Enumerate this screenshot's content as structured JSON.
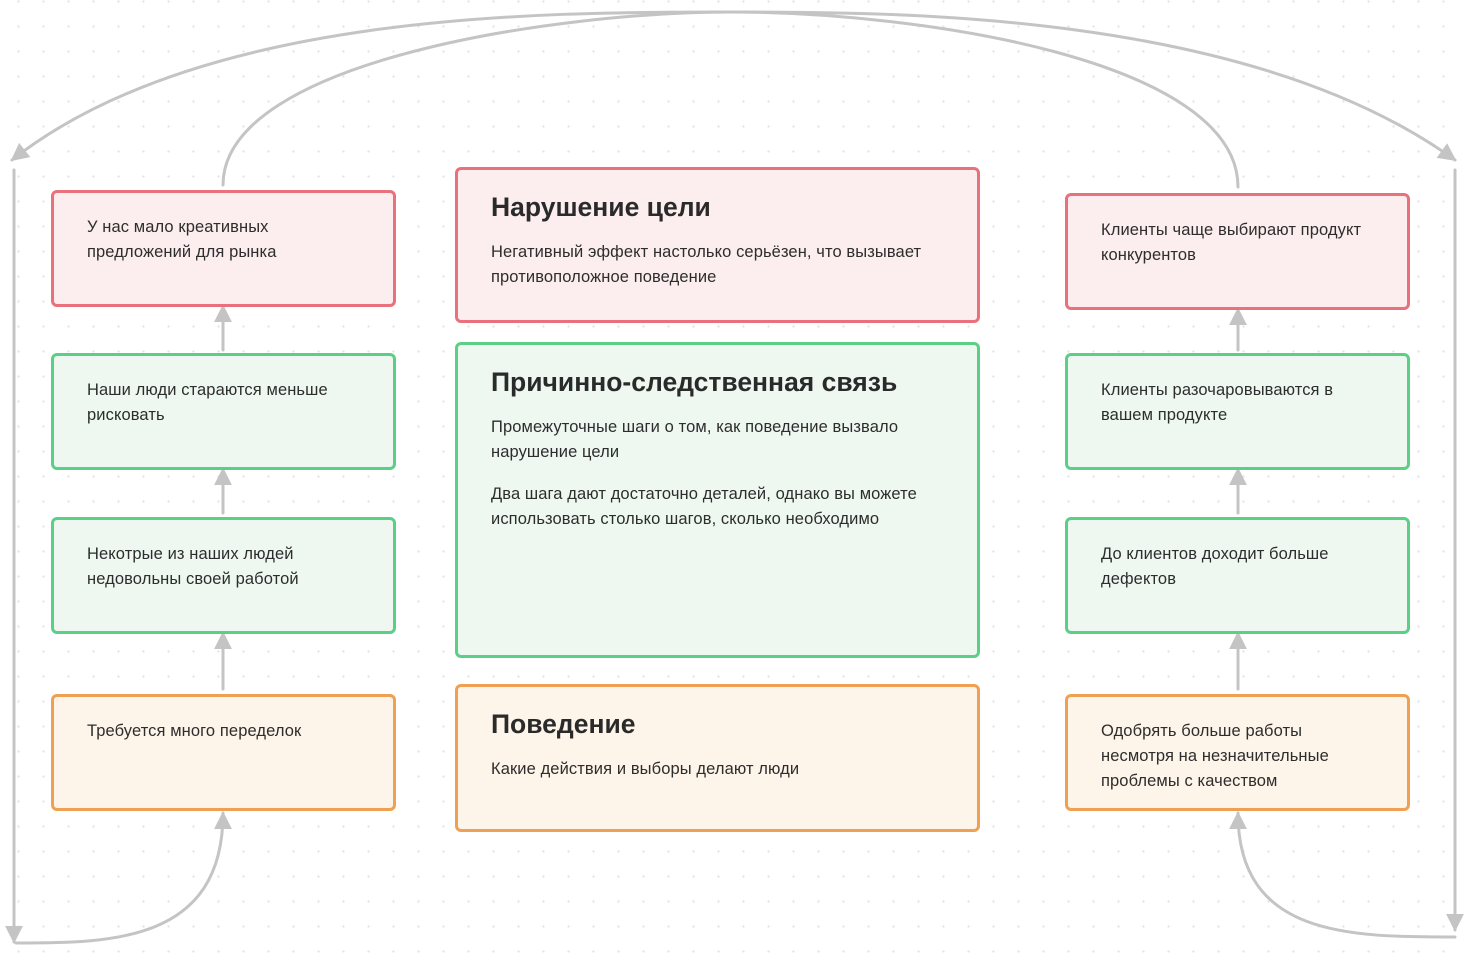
{
  "center": {
    "goal": {
      "title": "Нарушение цели",
      "desc": "Негативный эффект настолько серьёзен, что вызывает противоположное поведение"
    },
    "cause": {
      "title": "Причинно-следственная связь",
      "desc1": "Промежуточные шаги о том, как поведение вызвало нарушение цели",
      "desc2": "Два шага дают достаточно деталей, однако вы можете использовать столько шагов, сколько необходимо"
    },
    "behavior": {
      "title": "Поведение",
      "desc": "Какие действия и выборы делают люди"
    }
  },
  "left_chain": [
    "У нас мало креативных предложений для рынка",
    "Наши люди стараются меньше рисковать",
    "Некотрые из наших людей недовольны своей работой",
    "Требуется много переделок"
  ],
  "right_chain": [
    "Клиенты чаще выбирают продукт конкурентов",
    "Клиенты разочаровываются в вашем продукте",
    "До клиентов доходит больше дефектов",
    "Одобрять больше работы несмотря на незначительные проблемы с качеством"
  ],
  "colors": {
    "goal_border": "#e8717c",
    "goal_fill": "#fcedee",
    "cause_border": "#5ccf86",
    "cause_fill": "#eef8f1",
    "behavior_border": "#f0a052",
    "behavior_fill": "#fdf4ea",
    "connector": "#c4c4c4"
  }
}
